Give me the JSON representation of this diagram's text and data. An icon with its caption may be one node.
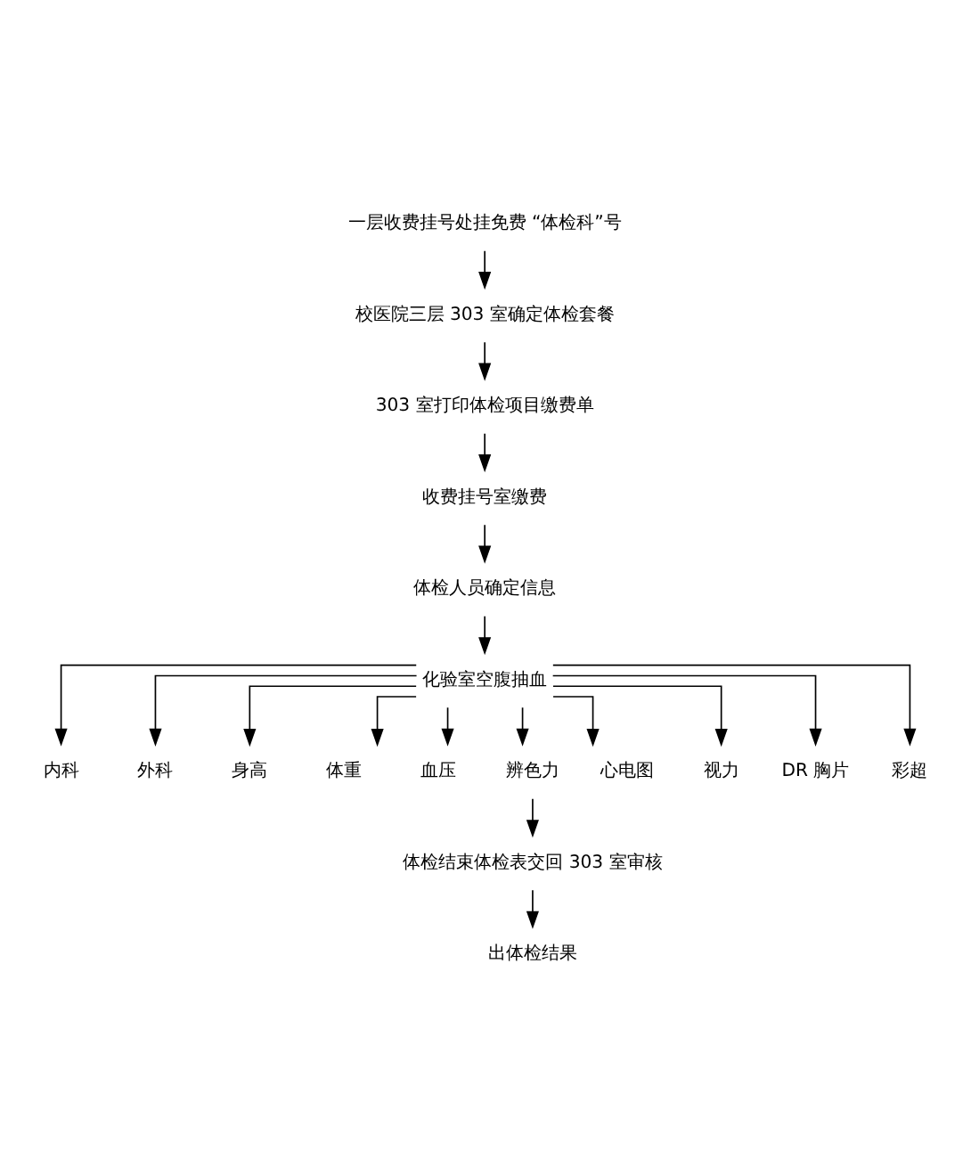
{
  "diagram": {
    "nodes": [
      {
        "text": [
          "一层收费挂号处挂免费 “体检科”号"
        ]
      },
      {
        "text": [
          "校医院三层 303 室确定体检套餐"
        ]
      },
      {
        "text": [
          "303 室打印体检项目缴费单"
        ]
      },
      {
        "text": [
          "收费挂号室缴费"
        ]
      },
      {
        "text": [
          "体检人员确定信息"
        ]
      },
      {
        "text": [
          "化验室空腹抽血"
        ]
      },
      {
        "text": [
          "内科"
        ]
      },
      {
        "text": [
          "外科"
        ]
      },
      {
        "text": [
          "身高"
        ]
      },
      {
        "text": [
          "体重"
        ]
      },
      {
        "text": [
          "血压"
        ]
      },
      {
        "text": [
          "辨色力"
        ]
      },
      {
        "text": [
          "心电图"
        ]
      },
      {
        "text": [
          "视力"
        ]
      },
      {
        "text": [
          "DR 胸片"
        ]
      },
      {
        "text": [
          "彩超"
        ]
      },
      {
        "text": [
          "体检结束体检表交回 303 室审核"
        ]
      },
      {
        "text": [
          "出体检结果"
        ]
      }
    ],
    "edges": [
      {
        "from": 0,
        "to": 1,
        "arrow": "to"
      },
      {
        "from": 1,
        "to": 2,
        "arrow": "to"
      },
      {
        "from": 2,
        "to": 3,
        "arrow": "to"
      },
      {
        "from": 3,
        "to": 4,
        "arrow": "to"
      },
      {
        "from": 4,
        "to": 5,
        "arrow": "to"
      },
      {
        "from": 5,
        "to": 6,
        "arrow": "to"
      },
      {
        "from": 5,
        "to": 7,
        "arrow": "to"
      },
      {
        "from": 5,
        "to": 8,
        "arrow": "to"
      },
      {
        "from": 5,
        "to": 9,
        "arrow": "to"
      },
      {
        "from": 5,
        "to": 10,
        "arrow": "to"
      },
      {
        "from": 5,
        "to": 11,
        "arrow": "to"
      },
      {
        "from": 5,
        "to": 12,
        "arrow": "to"
      },
      {
        "from": 5,
        "to": 13,
        "arrow": "to"
      },
      {
        "from": 5,
        "to": 14,
        "arrow": "to"
      },
      {
        "from": 5,
        "to": 15,
        "arrow": "to"
      },
      {
        "from": 11,
        "to": 16,
        "arrow": "to"
      },
      {
        "from": 16,
        "to": 17,
        "arrow": "to"
      }
    ]
  }
}
